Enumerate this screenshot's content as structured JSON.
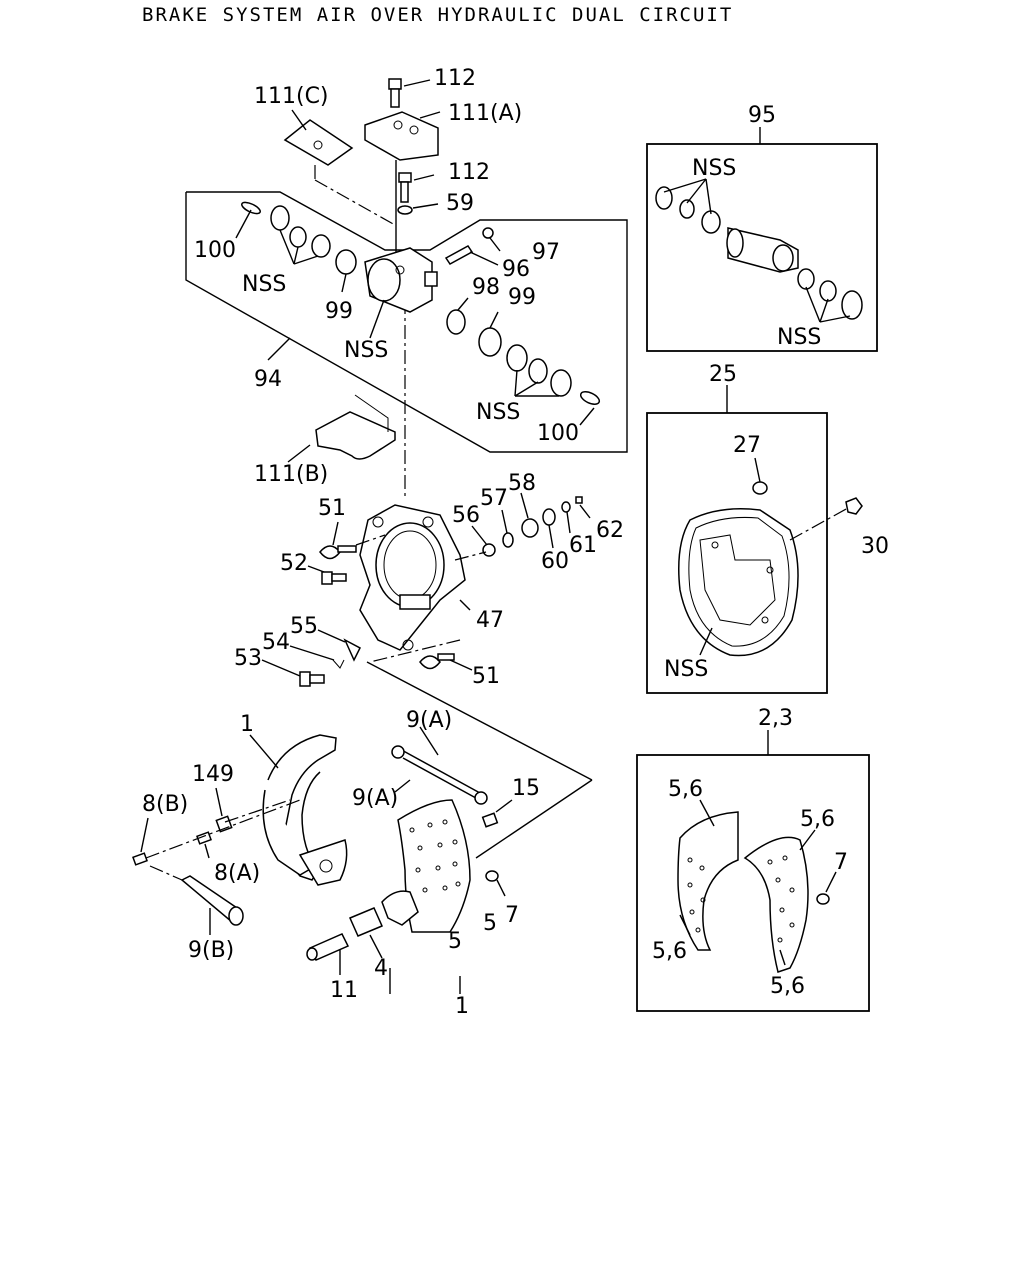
{
  "title": "BRAKE SYSTEM AIR OVER HYDRAULIC DUAL CIRCUIT",
  "labels": {
    "l112a": "112",
    "l111c": "111(C)",
    "l111a": "111(A)",
    "l112b": "112",
    "l59": "59",
    "l100a": "100",
    "l97": "97",
    "l96": "96",
    "lnss1": "NSS",
    "l99a": "99",
    "l98": "98",
    "l99b": "99",
    "lnss2": "NSS",
    "l94": "94",
    "lnss3": "NSS",
    "l100b": "100",
    "l95": "95",
    "lnss4": "NSS",
    "lnss5": "NSS",
    "l111b": "111(B)",
    "l25": "25",
    "l27": "27",
    "l30": "30",
    "lnss6": "NSS",
    "l51a": "51",
    "l56": "56",
    "l57": "57",
    "l58": "58",
    "l62": "62",
    "l61": "61",
    "l60": "60",
    "l52": "52",
    "l47": "47",
    "l55": "55",
    "l54": "54",
    "l53": "53",
    "l51b": "51",
    "l1a": "1",
    "l9a1": "9(A)",
    "l149": "149",
    "l9a2": "9(A)",
    "l15": "15",
    "l8b": "8(B)",
    "l8a": "8(A)",
    "l9b": "9(B)",
    "l5a": "5",
    "l5b": "5",
    "l7a": "7",
    "l11": "11",
    "l4": "4",
    "l1b": "1",
    "l23": "2,3",
    "l56a": "5,6",
    "l56b": "5,6",
    "l56c": "5,6",
    "l56d": "5,6",
    "l7b": "7"
  }
}
